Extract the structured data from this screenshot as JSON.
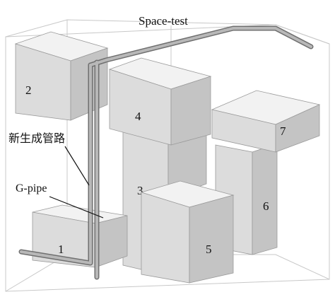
{
  "title": "Space-test",
  "callouts": {
    "new_pipe": "新生成管路",
    "g_pipe": "G-pipe"
  },
  "boxes": [
    {
      "id": "1",
      "label": "1"
    },
    {
      "id": "2",
      "label": "2"
    },
    {
      "id": "3",
      "label": "3"
    },
    {
      "id": "4",
      "label": "4"
    },
    {
      "id": "5",
      "label": "5"
    },
    {
      "id": "6",
      "label": "6"
    },
    {
      "id": "7",
      "label": "7"
    }
  ],
  "colors": {
    "box_top": "#f2f2f2",
    "box_front": "#dcdcdc",
    "box_side": "#c4c4c4",
    "container_edge": "#c8c8c8",
    "pipe_fill": "#b8b8b8",
    "pipe_outline": "#707070"
  }
}
